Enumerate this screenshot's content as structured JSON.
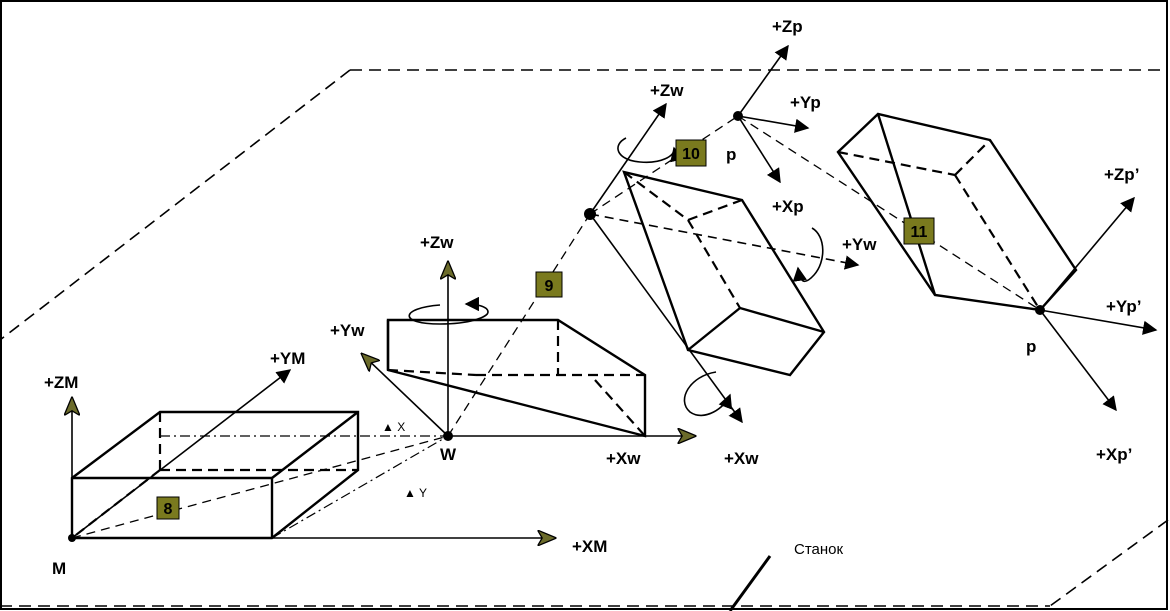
{
  "colors": {
    "line": "#000000",
    "arrow_fill": "#6b6b2a",
    "badge_fill": "#7a7a1e",
    "badge_text": "#000000"
  },
  "machine": {
    "origin_label": "M",
    "zm_label": "+ZM",
    "ym_label": "+YM",
    "xm_label": "+XM",
    "badge": "8",
    "dx_label": "X",
    "dy_label": "Y"
  },
  "workpiece": {
    "origin_label": "W",
    "zw_label": "+Zw",
    "yw_label": "+Yw",
    "xw_label": "+Xw",
    "badge": "9"
  },
  "rotated": {
    "zw_label": "+Zw",
    "yw_label": "+Yw",
    "xw_label": "+Xw",
    "badge": "10"
  },
  "part": {
    "p_label": "p",
    "zp_label": "+Zp",
    "yp_label": "+Yp",
    "xp_label": "+Xp",
    "badge": "11"
  },
  "part_rot": {
    "p_label": "p",
    "zp_label": "+Zp’",
    "yp_label": "+Yp’",
    "xp_label": "+Xp’"
  },
  "table_label": "Станок"
}
